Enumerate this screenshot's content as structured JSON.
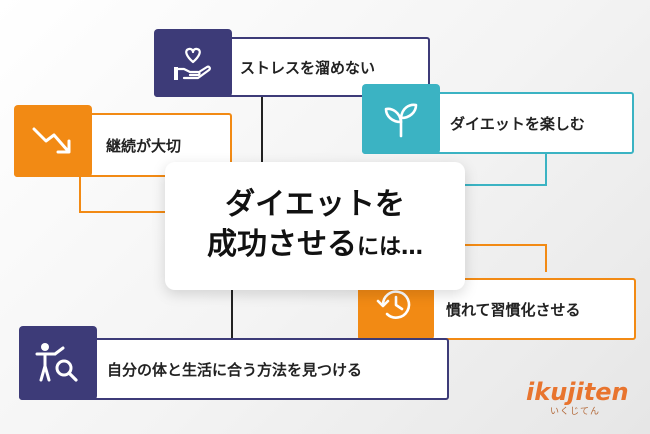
{
  "diagram": {
    "center_line1": "ダイエットを",
    "center_line2_main": "成功させる",
    "center_line2_small": "には…",
    "nodes": [
      {
        "label": "ストレスを溜めない",
        "icon": "heart-hand-icon",
        "color": "#3d3b78"
      },
      {
        "label": "ダイエットを楽しむ",
        "icon": "sprout-icon",
        "color": "#3bb3c3"
      },
      {
        "label": "継続が大切",
        "icon": "trend-down-arrow-icon",
        "color": "#f28a14"
      },
      {
        "label": "慣れて習慣化させる",
        "icon": "history-clock-icon",
        "color": "#f28a14"
      },
      {
        "label": "自分の体と生活に合う方法を見つける",
        "icon": "person-search-icon",
        "color": "#3d3b78"
      }
    ]
  },
  "logo": {
    "main": "ikujiten",
    "sub": "いくじてん"
  }
}
